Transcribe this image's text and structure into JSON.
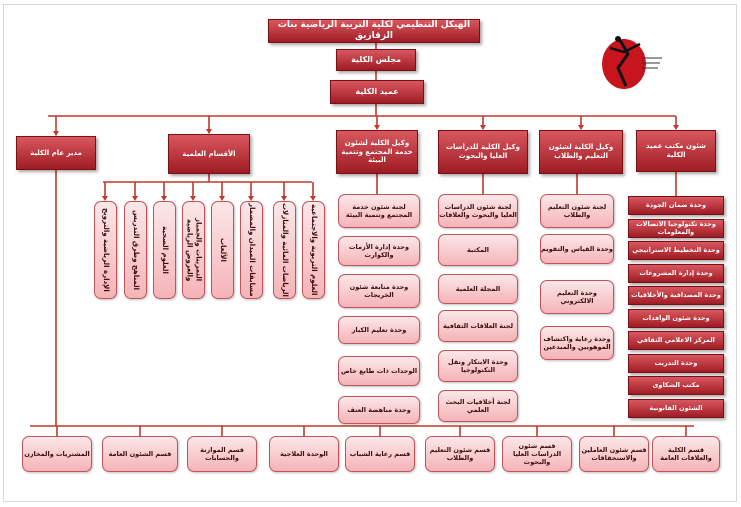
{
  "title": "الهيكل التنظيمي لكلية التربية الرياضية بنات الزقازيق",
  "council": "مجلس الكلية",
  "dean": "عميد الكلية",
  "colors": {
    "dark": "#b3262e",
    "light": "#f7c7ca",
    "line": "#c0392b"
  },
  "top_units": [
    "شئون مكتب عميد الكلية",
    "وكيل الكلية لشئون التعليم والطلاب",
    "وكيل الكلية للدراسات العليا والبحوث",
    "وكيل الكلية لشئون خدمة المجتمع وتنمية البيئة",
    "الأقسام العلمية",
    "مدير عام الكلية"
  ],
  "dean_office_units": [
    "وحدة ضمان الجودة",
    "وحدة تكنولوجيا الاتصالات والمعلومات",
    "وحدة التخطيط الاستراتيجي",
    "وحدة إدارة المشروعات",
    "وحدة المصداقية والأخلاقيات",
    "وحدة شئون الوافدات",
    "المركز الاعلامي الثقافي",
    "وحدة التدريب",
    "مكتب الشكاوى",
    "الشئون القانونية"
  ],
  "education_units": [
    "لجنة شئون التعليم والطلاب",
    "وحدة القياس والتقويم",
    "وحدة التعليم الالكتروني",
    "وحدة رعاية واكتشاف الموهوبين والمبدعين"
  ],
  "graduate_units": [
    "لجنة شئون الدراسات العليا والبحوث والعلاقات",
    "المكتبة",
    "المجلة العلمية",
    "لجنة العلاقات الثقافية",
    "وحدة الابتكار ونقل التكنولوجيا",
    "لجنة أخلاقيات البحث العلمي"
  ],
  "community_units": [
    "لجنة شئون خدمة المجتمع وتنمية البيئة",
    "وحدة إدارة الأزمات والكوارث",
    "وحدة متابعة شئون الخريجات",
    "وحدة تعليم الكبار",
    "الوحدات ذات طابع خاص",
    "وحدة مناهضة العنف"
  ],
  "departments": [
    "العلوم التربوية والاجتماعية",
    "الرياضات المائية والمنازلات",
    "مسابقات الميدان والمضمار",
    "الألعاب",
    "التمرينات والجمباز والعروض الرياضية",
    "العلوم الصحية",
    "المناهج وطرق التدريس",
    "الإدارة الرياضية والترويح"
  ],
  "bottom_units": [
    "قسم الكلية والعلاقات العامة",
    "قسم شئون العاملين والاستحقاقات",
    "قسم شئون الدراسات العليا والبحوث",
    "قسم شئون التعليم والطلاب",
    "قسم رعاية الشباب",
    "الوحدة العلاجية",
    "قسم الموازنة والحسابات",
    "قسم الشئون العامة",
    "المشتريات والمخازن"
  ]
}
